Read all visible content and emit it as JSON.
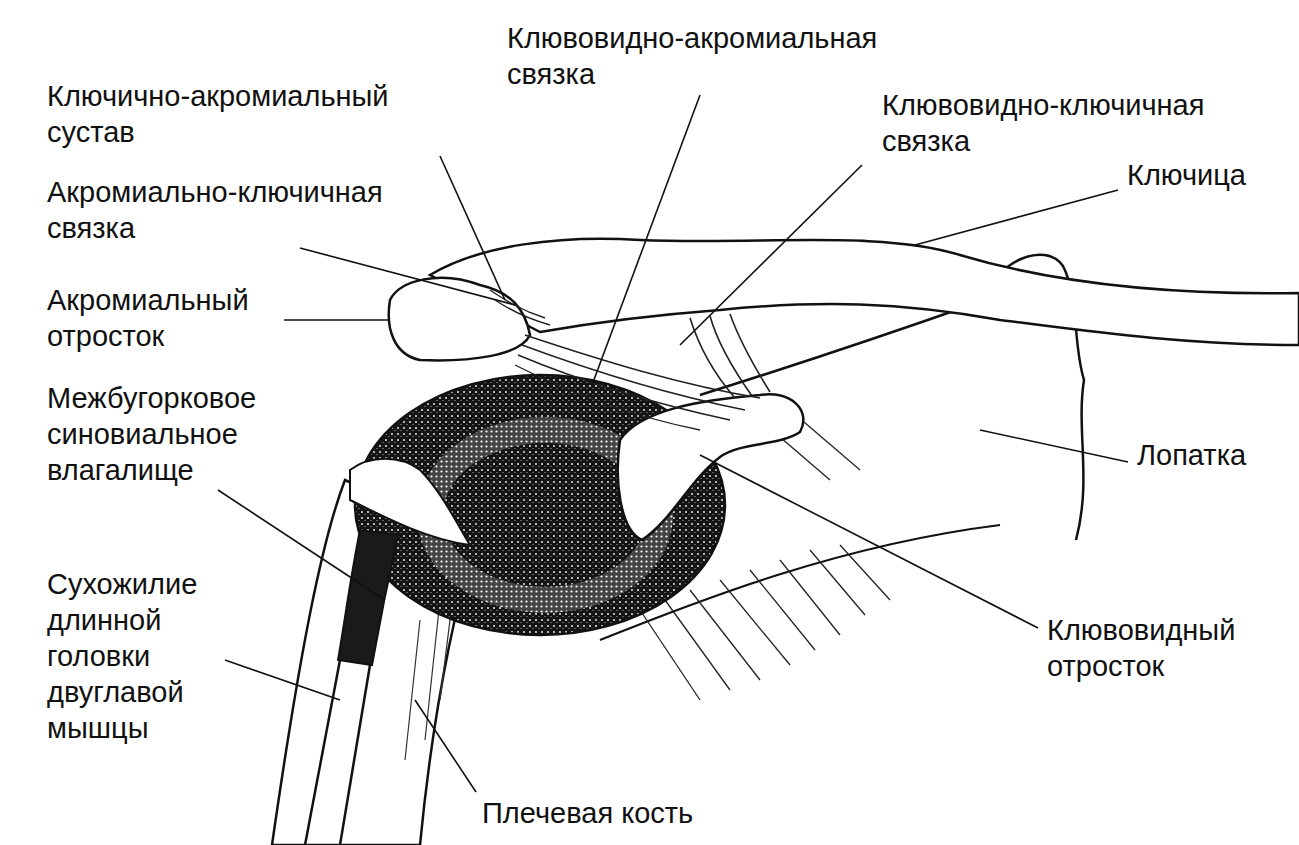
{
  "diagram": {
    "labels": [
      "Клювовидно-акромиальная связка",
      "Ключично-акромиальный сустав",
      "Клювовидно-ключичная связка",
      "Ключица",
      "Акромиально-ключичная связка",
      "Акромиальный отросток",
      "Межбугорковое синовиальное влагалище",
      "Лопатка",
      "Сухожилие длинной головки двуглавой мышцы",
      "Клювовидный отросток",
      "Плечевая кость"
    ]
  }
}
